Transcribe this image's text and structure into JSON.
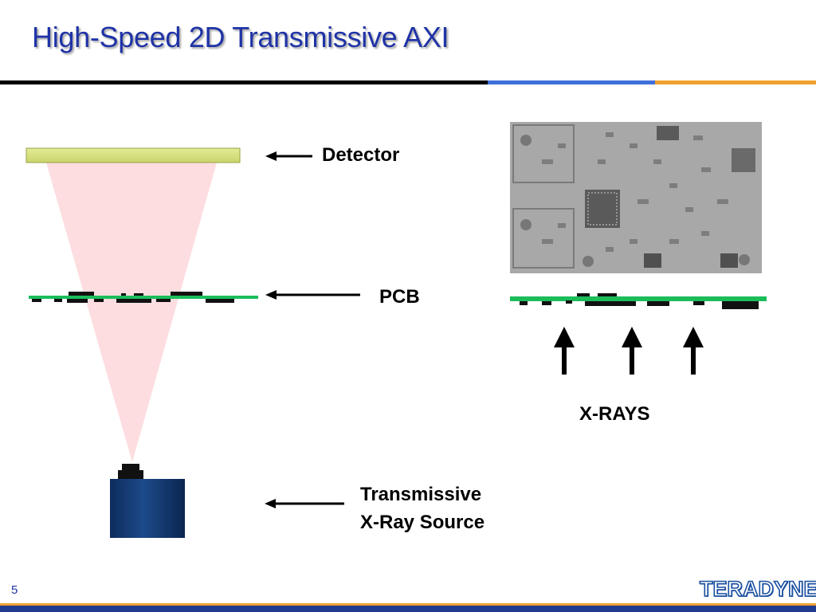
{
  "slide": {
    "title": "High-Speed 2D Transmissive AXI",
    "page_number": "5",
    "logo_text": "TERADYNE"
  },
  "labels": {
    "detector": "Detector",
    "pcb": "PCB",
    "xrays": "X-RAYS",
    "source_line1": "Transmissive",
    "source_line2": "X-Ray Source"
  },
  "colors": {
    "title": "#1f33a6",
    "detector": "#d8e27a",
    "beam": "#fddde0",
    "pcb": "#1bbd5a",
    "source_body": "#143a72",
    "rule_blue": "#3f6fd8",
    "rule_orange": "#f0a030"
  }
}
